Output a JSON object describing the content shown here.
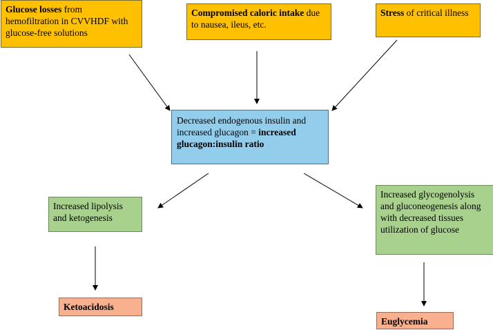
{
  "nodes": {
    "glucose_losses": {
      "bold": "Glucose losses",
      "text": " from hemofiltration in CVVHDF with glucose-free solutions",
      "color": "#ffc000"
    },
    "caloric_intake": {
      "bold": "Compromised caloric intake",
      "text": " due to nausea, ileus, etc.",
      "color": "#ffc000"
    },
    "stress": {
      "bold": "Stress",
      "text": " of critical illness",
      "color": "#ffc000"
    },
    "ratio": {
      "text": "Decreased endogenous insulin and increased glucagon = ",
      "bold": "increased glucagon:insulin  ratio",
      "color": "#92cdec"
    },
    "lipolysis": {
      "text": "Increased lipolysis and ketogenesis",
      "color": "#a9d18e"
    },
    "glycogenolysis": {
      "text": "Increased glycogenolysis and gluconeogenesis along with decreased tissues utilization of glucose",
      "color": "#a9d18e"
    },
    "ketoacidosis": {
      "bold": "Ketoacidosis",
      "color": "#f8b08e"
    },
    "euglycemia": {
      "bold": "Euglycemia",
      "color": "#f8b08e"
    }
  },
  "edges": [
    {
      "from": "glucose_losses",
      "to": "ratio"
    },
    {
      "from": "caloric_intake",
      "to": "ratio"
    },
    {
      "from": "stress",
      "to": "ratio"
    },
    {
      "from": "ratio",
      "to": "lipolysis"
    },
    {
      "from": "ratio",
      "to": "glycogenolysis"
    },
    {
      "from": "lipolysis",
      "to": "ketoacidosis"
    },
    {
      "from": "glycogenolysis",
      "to": "euglycemia"
    }
  ]
}
